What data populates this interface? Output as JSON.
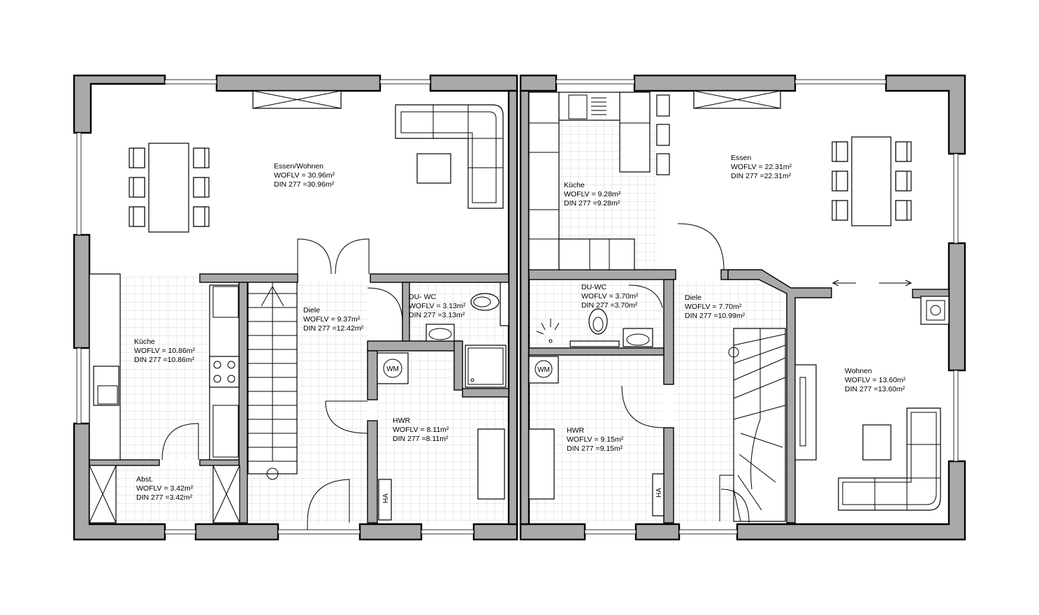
{
  "rooms": [
    {
      "name": "Essen/Wohnen",
      "wofl": "WOFLV = 30.96m²",
      "din": "DIN 277 =30.96m²"
    },
    {
      "name": "Küche",
      "wofl": "WOFLV = 10.86m²",
      "din": "DIN 277 =10.86m²"
    },
    {
      "name": "Diele",
      "wofl": "WOFLV = 9.37m²",
      "din": "DIN 277 =12.42m²"
    },
    {
      "name": "DU- WC",
      "wofl": "WOFLV = 3.13m²",
      "din": "DIN 277 =3.13m²"
    },
    {
      "name": "HWR",
      "wofl": "WOFLV = 8.11m²",
      "din": "DIN 277 =8.11m²"
    },
    {
      "name": "Abst.",
      "wofl": "WOFLV = 3.42m²",
      "din": "DIN 277 =3.42m²"
    },
    {
      "name": "Küche",
      "wofl": "WOFLV = 9.28m²",
      "din": "DIN 277 =9.28m²"
    },
    {
      "name": "Essen",
      "wofl": "WOFLV = 22.31m²",
      "din": "DIN 277 =22.31m²"
    },
    {
      "name": "DU-WC",
      "wofl": "WOFLV = 3.70m²",
      "din": "DIN 277 =3.70m²"
    },
    {
      "name": "Diele",
      "wofl": "WOFLV = 7.70m²",
      "din": "DIN 277 =10.99m²"
    },
    {
      "name": "Wohnen",
      "wofl": "WOFLV = 13.60m²",
      "din": "DIN 277 =13.60m²"
    },
    {
      "name": "HWR",
      "wofl": "WOFLV = 9.15m²",
      "din": "DIN 277 =9.15m²"
    }
  ],
  "symbols": {
    "washing_machine": "WM",
    "heating_connection": "HA"
  }
}
